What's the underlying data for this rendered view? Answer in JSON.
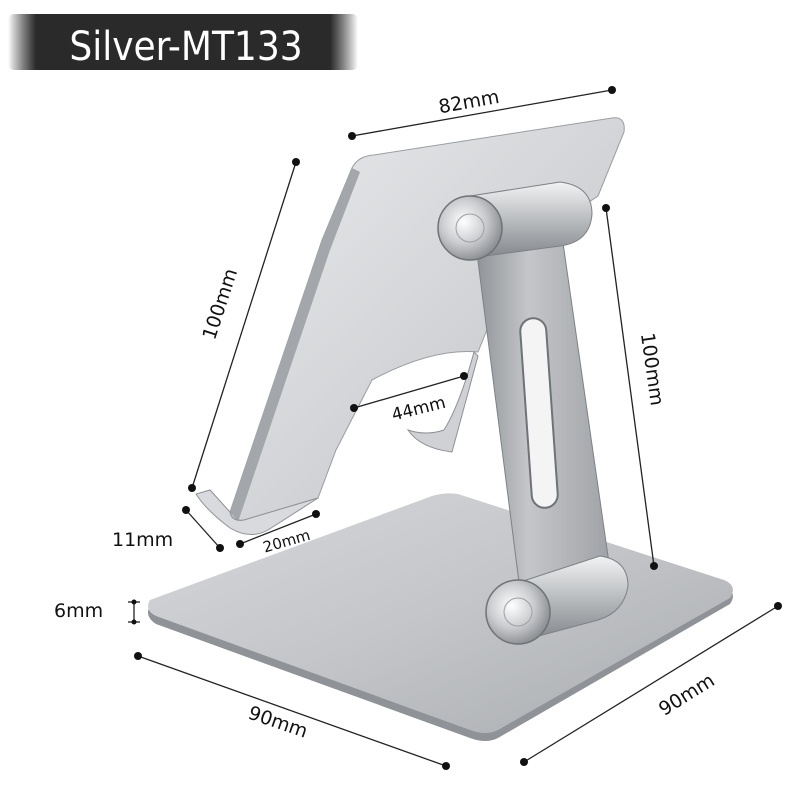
{
  "title": "Silver-MT133",
  "colors": {
    "banner": "#2a2a2a",
    "metal_light": "#e2e3e5",
    "metal_mid": "#bfc1c4",
    "metal_dark": "#8c8f93",
    "dimension": "#111111"
  },
  "dimensions": {
    "top_width": "82mm",
    "back_height": "100mm",
    "arm_height": "100mm",
    "slot_width": "44mm",
    "lip_height": "11mm",
    "lip_depth": "20mm",
    "base_thickness": "6mm",
    "base_width": "90mm",
    "base_depth": "90mm"
  }
}
